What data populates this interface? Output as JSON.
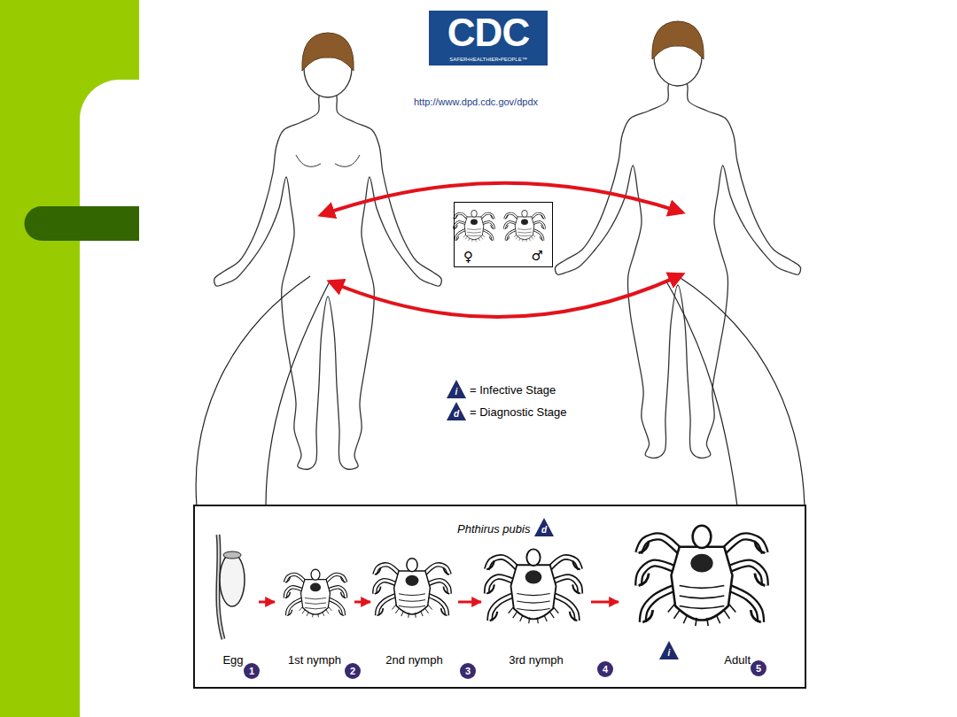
{
  "diagram": {
    "nodes": [
      {
        "text": [
          "CDC",
          "SAFER•HEALTHIER•PEOPLE™"
        ]
      },
      {
        "text": [
          "♀",
          "♂"
        ]
      },
      {
        "text": [
          "Phthirus pubis"
        ]
      },
      {
        "text": [
          "Egg"
        ],
        "in": 2
      },
      {
        "text": [
          "1st nymph"
        ],
        "in": 2
      },
      {
        "text": [
          "2nd nymph"
        ],
        "in": 2
      },
      {
        "text": [
          "3rd nymph"
        ],
        "in": 2
      },
      {
        "text": [
          "Adult"
        ],
        "in": 2
      }
    ],
    "edges": [
      {
        "from": 3,
        "to": 4,
        "arrow": "to"
      },
      {
        "from": 4,
        "to": 5,
        "arrow": "to"
      },
      {
        "from": 5,
        "to": 6,
        "arrow": "to"
      },
      {
        "from": 6,
        "to": 7,
        "arrow": "to"
      }
    ],
    "labels": [
      "http://www.dpd.cdc.gov/dpdx",
      "i",
      "d",
      "d",
      "1",
      "2",
      "3",
      "4",
      "5",
      "i"
    ],
    "legend": [
      {
        "text": "= Infective Stage"
      },
      {
        "text": "= Diagnostic Stage"
      }
    ]
  }
}
